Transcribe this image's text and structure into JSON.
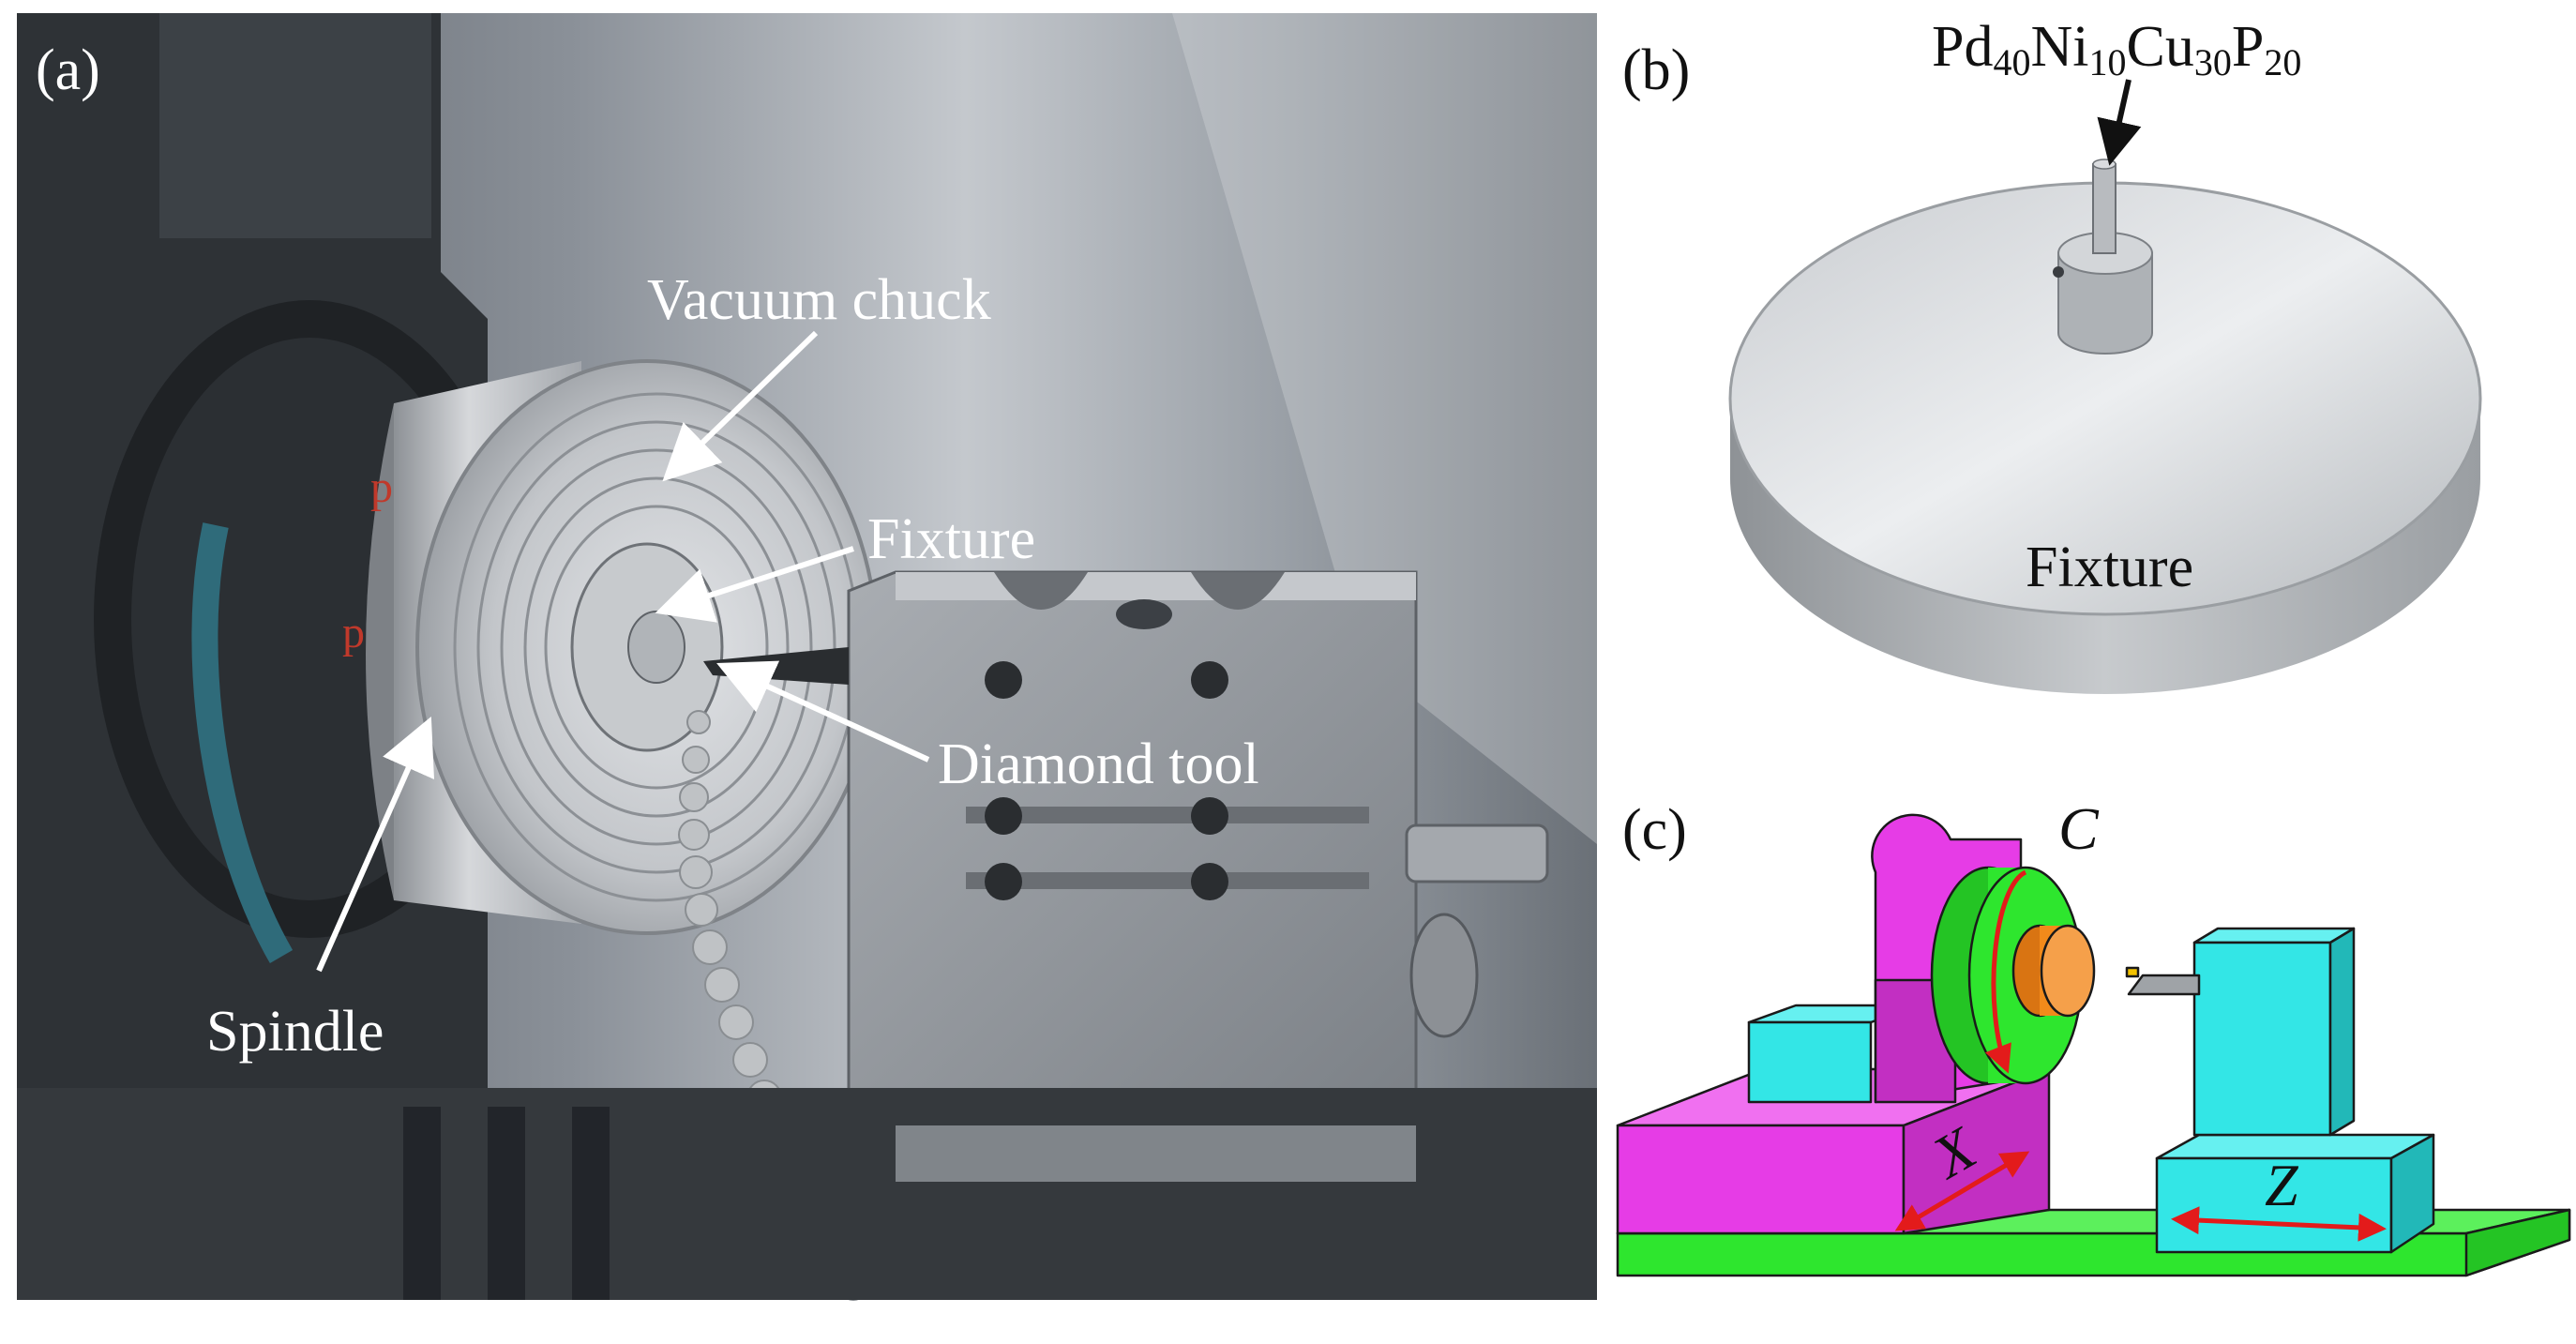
{
  "panels": {
    "a": {
      "label": "(a)",
      "annotations": {
        "vacuum_chuck": "Vacuum chuck",
        "fixture": "Fixture",
        "diamond_tool": "Diamond tool",
        "spindle": "Spindle"
      }
    },
    "b": {
      "label": "(b)",
      "material": {
        "els": [
          "Pd",
          "40",
          "Ni",
          "10",
          "Cu",
          "30",
          "P",
          "20"
        ]
      },
      "fixture": "Fixture"
    },
    "c": {
      "label": "(c)",
      "axes": {
        "c": "C",
        "x": "X",
        "z": "Z"
      }
    }
  },
  "colors": {
    "magenta": "#e63ce6",
    "cyan": "#33e6e6",
    "green": "#2ee62e",
    "orange": "#f28a1a",
    "red_arrow": "#e31b1b",
    "aluminum": "#b9bcbf"
  }
}
